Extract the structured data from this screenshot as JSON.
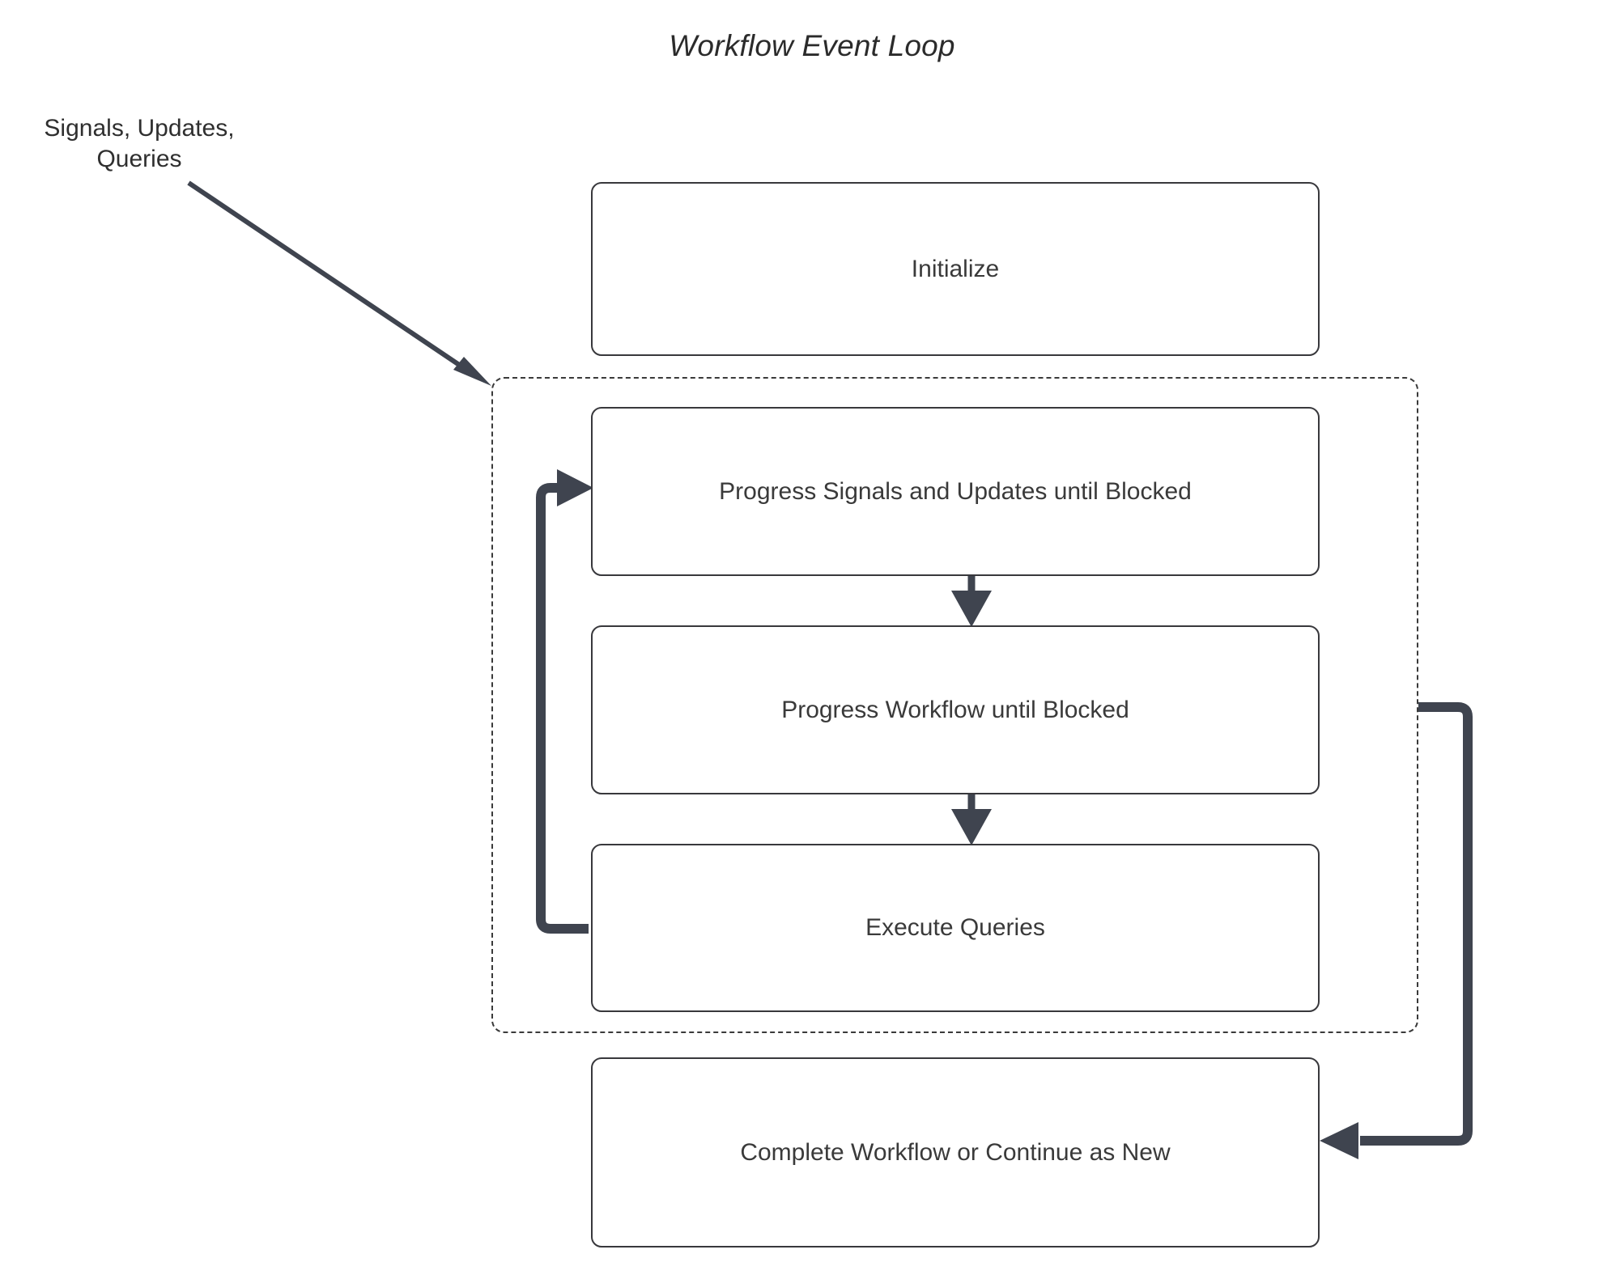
{
  "diagram": {
    "title": "Workflow Event Loop",
    "background_color": "#ffffff",
    "node_stroke_color": "#38383c",
    "node_fill_color": "#ffffff",
    "text_color": "#3a3a3a",
    "edge_color": "#3f444f",
    "group_stroke_color": "#3a3a3a"
  },
  "external_labels": [
    {
      "id": "inbound-label",
      "text": "Signals, Updates,\nQueries"
    }
  ],
  "nodes": [
    {
      "id": "initialize",
      "label": "Initialize"
    },
    {
      "id": "progress-signals",
      "label": "Progress Signals and Updates until Blocked"
    },
    {
      "id": "progress-workflow",
      "label": "Progress Workflow until Blocked"
    },
    {
      "id": "execute-queries",
      "label": "Execute Queries"
    },
    {
      "id": "complete-workflow",
      "label": "Complete Workflow or Continue as New"
    }
  ],
  "group": {
    "id": "event-loop-group",
    "label": "",
    "style": "dashed"
  },
  "edges": [
    {
      "id": "inbound-signals",
      "from": "Signals, Updates, Queries",
      "to": "event-loop-group",
      "style": "thin-diagonal-arrow"
    },
    {
      "id": "loop-back",
      "from": "Execute Queries",
      "to": "Progress Signals and Updates until Blocked",
      "style": "thick-elbow-arrow"
    },
    {
      "id": "signals-to-workflow",
      "from": "Progress Signals and Updates until Blocked",
      "to": "Progress Workflow until Blocked",
      "style": "thin-vertical-arrow"
    },
    {
      "id": "workflow-to-queries",
      "from": "Progress Workflow until Blocked",
      "to": "Execute Queries",
      "style": "thin-vertical-arrow"
    },
    {
      "id": "group-to-complete",
      "from": "event-loop-group",
      "to": "Complete Workflow or Continue as New",
      "style": "thick-elbow-arrow"
    }
  ]
}
